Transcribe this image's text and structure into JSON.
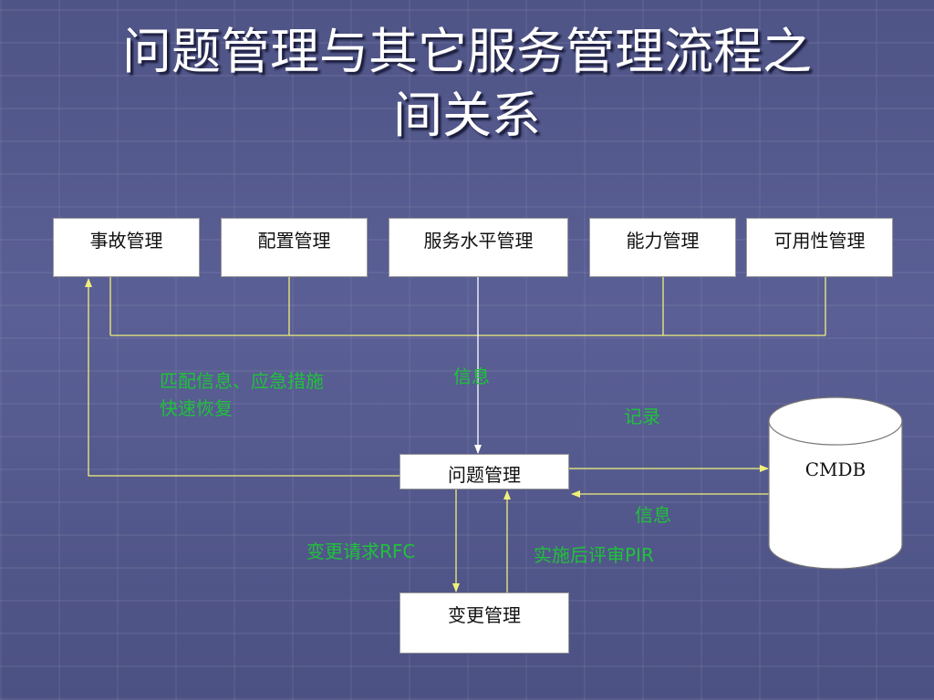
{
  "title_line1": "问题管理与其它服务管理流程之",
  "title_line2": "间关系",
  "boxes": {
    "incident": "事故管理",
    "config": "配置管理",
    "sla": "服务水平管理",
    "capacity": "能力管理",
    "availability": "可用性管理",
    "problem": "问题管理",
    "change": "变更管理",
    "cmdb": "CMDB"
  },
  "labels": {
    "match_line1": "匹配信息、应急措施",
    "match_line2": "快速恢复",
    "info_top": "信息",
    "record": "记录",
    "info_right": "信息",
    "rfc": "变更请求RFC",
    "pir": "实施后评审PIR"
  },
  "colors": {
    "connector": "#f0f07a",
    "label": "#1fc23a",
    "title": "#ffffff"
  }
}
